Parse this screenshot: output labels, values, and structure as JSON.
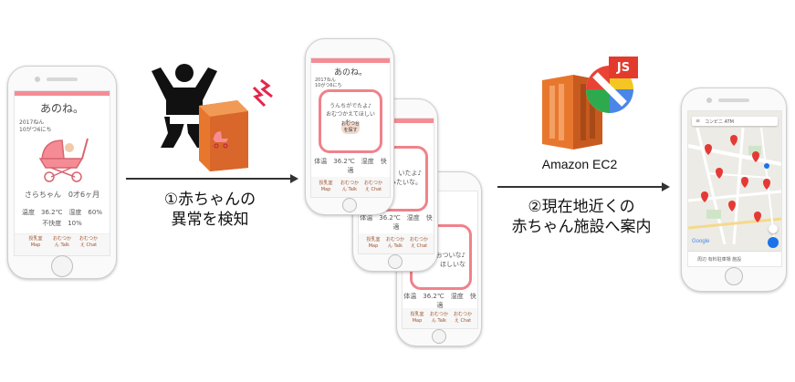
{
  "app": {
    "title": "あのね。",
    "date_line_1": "2017ねん",
    "date_line_2": "10がつ6にち",
    "baby_name_age": "さらちゃん　0才6ヶ月",
    "temp_humidity": "温度　36.2℃　湿度　60%",
    "discomfort": "不快度　10%",
    "nav_items": [
      "授乳室 Map",
      "おむつかん Talk",
      "おむつかえ Chat"
    ]
  },
  "alert": {
    "line_1": "うんちがでたよ♪",
    "line_2": "おむつかえてほしいな。",
    "search_button": "おむつ台を探す",
    "status_row": "体温　36.2℃　湿度　快適",
    "fragment_a_1": "いたよ♪",
    "fragment_a_2": "みたいな。",
    "fragment_b_1": "おついな♪",
    "fragment_b_2": "ほしいな"
  },
  "steps": {
    "step1_line1": "①赤ちゃんの",
    "step1_line2": "異常を検知",
    "step2_line1": "②現在地近くの",
    "step2_line2": "赤ちゃん施設へ案内"
  },
  "service": {
    "ec2_label": "Amazon EC2",
    "js_badge": "JS"
  },
  "map": {
    "search_placeholder": "コンビニ ATM",
    "bottom_text": "周辺 有料駐車場 施設",
    "google_logo": "Google"
  },
  "colors": {
    "accent_pink": "#f58c95",
    "ec2_orange": "#e8772e",
    "js_red": "#e23b2e"
  }
}
